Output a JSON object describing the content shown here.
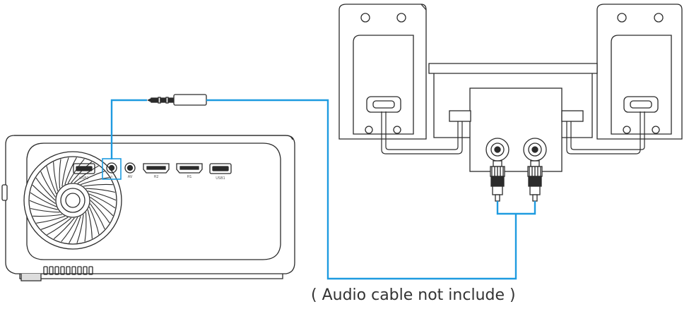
{
  "caption": "( Audio cable not include )",
  "ports": [
    {
      "id": "usb2",
      "label": "USB2"
    },
    {
      "id": "audio",
      "label": "∩"
    },
    {
      "id": "av",
      "label": "AV"
    },
    {
      "id": "hdmi2",
      "label": "H2"
    },
    {
      "id": "hdmi1",
      "label": "H1"
    },
    {
      "id": "usb1",
      "label": "USB1"
    }
  ],
  "colors": {
    "cable": "#1e9be0",
    "line_art": "#2b2b2b",
    "highlight": "#1e9be0"
  }
}
